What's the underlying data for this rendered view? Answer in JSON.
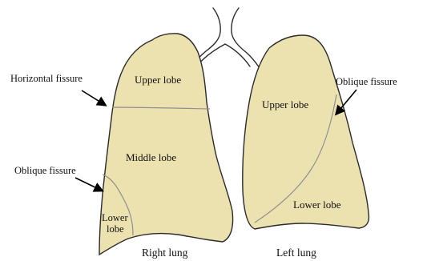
{
  "colors": {
    "lung_fill": "#ece2b0",
    "outline": "#2a2a2a",
    "fissure_line": "#8f8f8f",
    "arrow": "#000000",
    "background": "#ffffff"
  },
  "labels": {
    "horizontal_fissure": "Horizontal fissure",
    "oblique_fissure_left_side": "Oblique fissure",
    "oblique_fissure_right_side": "Oblique fissure",
    "right_upper_lobe": "Upper lobe",
    "right_middle_lobe": "Middle lobe",
    "right_lower_lobe_line1": "Lower",
    "right_lower_lobe_line2": "lobe",
    "left_upper_lobe": "Upper lobe",
    "left_lower_lobe": "Lower lobe",
    "right_lung": "Right lung",
    "left_lung": "Left lung"
  }
}
